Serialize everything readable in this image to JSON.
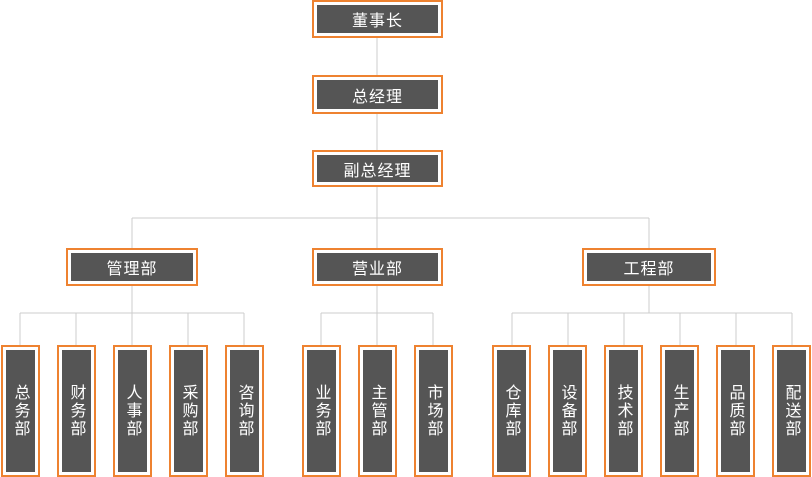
{
  "colors": {
    "border": "#ee8230",
    "fill": "#555555",
    "text": "#ffffff",
    "line": "#cccccc"
  },
  "top_levels": {
    "chairman": "董事长",
    "general_manager": "总经理",
    "deputy_general_manager": "副总经理"
  },
  "divisions": [
    {
      "label": "管理部",
      "departments": [
        "总务部",
        "财务部",
        "人事部",
        "采购部",
        "咨询部"
      ]
    },
    {
      "label": "营业部",
      "departments": [
        "业务部",
        "主管部",
        "市场部"
      ]
    },
    {
      "label": "工程部",
      "departments": [
        "仓库部",
        "设备部",
        "技术部",
        "生产部",
        "品质部",
        "配送部"
      ]
    }
  ]
}
